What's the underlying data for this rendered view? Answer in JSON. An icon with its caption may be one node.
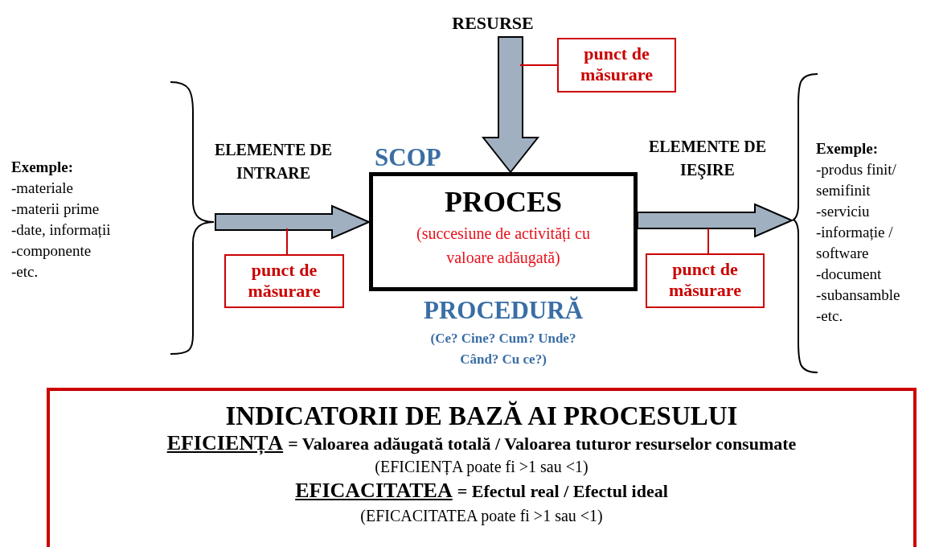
{
  "diagram": {
    "nodes": [
      {
        "text": [
          "RESURSE"
        ]
      },
      {
        "text": [
          "PROCES",
          "(succesiune de activități cu valoare adăugată)"
        ],
        "beside": [
          "SCOP",
          "PROCEDURĂ",
          "(Ce? Cine? Cum? Unde? Când? Cu ce?)"
        ]
      },
      {
        "text": [
          "Exemple:",
          "-materiale",
          "-materii prime",
          "-date, informații",
          "-componente",
          "-etc."
        ]
      },
      {
        "text": [
          "Exemple:",
          "-produs finit/ semifinit",
          "-serviciu",
          "-informație / software",
          "-document",
          "-subansamble",
          "-etc."
        ]
      },
      {
        "text": [
          "punct de măsurare"
        ]
      },
      {
        "text": [
          "punct de măsurare"
        ]
      },
      {
        "text": [
          "punct de măsurare"
        ]
      },
      {
        "text": [
          "INDICATORII DE BAZĂ AI PROCESULUI",
          "EFICIENȚA",
          "= Valoarea adăugată totală / Valoarea tuturor resurselor consumate",
          "(EFICIENȚA poate fi >1 sau <1)",
          "EFICACITATEA",
          "= Efectul real / Efectul ideal",
          "(EFICACITATEA poate fi >1 sau <1)"
        ]
      }
    ],
    "edges": [
      {
        "from": 0,
        "to": 1,
        "arrow": "to",
        "style": "thick"
      },
      {
        "from": 2,
        "to": 1,
        "arrow": "to",
        "style": "thick",
        "label": "ELEMENTE DE INTRARE"
      },
      {
        "from": 1,
        "to": 3,
        "arrow": "to",
        "style": "thick",
        "label": "ELEMENTE DE IEŞIRE"
      },
      {
        "from": 4,
        "to": null,
        "arrow": "none",
        "color": "#cc0000"
      },
      {
        "from": 5,
        "to": null,
        "arrow": "none",
        "color": "#cc0000"
      },
      {
        "from": 6,
        "to": null,
        "arrow": "none",
        "color": "#cc0000"
      }
    ]
  }
}
